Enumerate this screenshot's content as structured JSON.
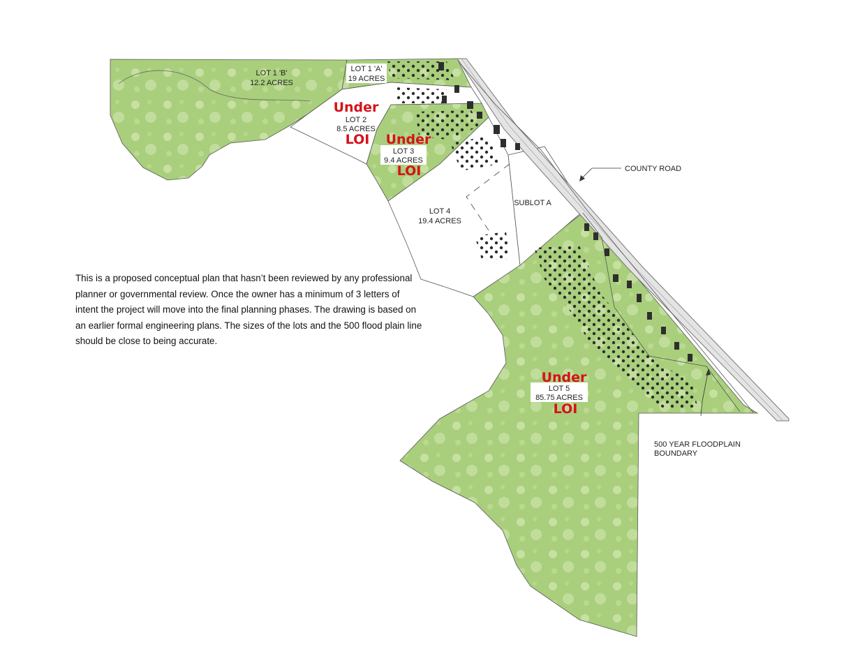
{
  "lots": {
    "lot1b": {
      "name": "LOT 1 'B'",
      "acres": "12.2 ACRES"
    },
    "lot1a": {
      "name": "LOT 1 'A'",
      "acres": "19 ACRES"
    },
    "lot2": {
      "name": "LOT 2",
      "acres": "8.5 ACRES",
      "status_top": "Under",
      "status_bottom": "LOI"
    },
    "lot3": {
      "name": "LOT 3",
      "acres": "9.4 ACRES",
      "status_top": "Under",
      "status_bottom": "LOI"
    },
    "lot4": {
      "name": "LOT 4",
      "acres": "19.4 ACRES"
    },
    "sublot_a": {
      "name": "SUBLOT A"
    },
    "lot5": {
      "name": "LOT 5",
      "acres": "85.75 ACRES",
      "status_top": "Under",
      "status_bottom": "LOI"
    }
  },
  "callouts": {
    "county_road": "COUNTY ROAD",
    "floodplain_line1": "500 YEAR FLOODPLAIN",
    "floodplain_line2": "BOUNDARY"
  },
  "note": "This is a proposed conceptual plan that hasn’t been reviewed by any professional planner or governmental review. Once the owner has a minimum of 3 letters of intent the project will move into the final planning phases. The drawing is based on an earlier formal engineering plans. The sizes of the lots and the 500 flood plain line should be close to being accurate.",
  "colors": {
    "forest": "#a9cf7c",
    "forest_light": "#c9e3a6",
    "status_red": "#d6121a",
    "road": "#e4e4e4",
    "building": "#2e2e2e"
  }
}
